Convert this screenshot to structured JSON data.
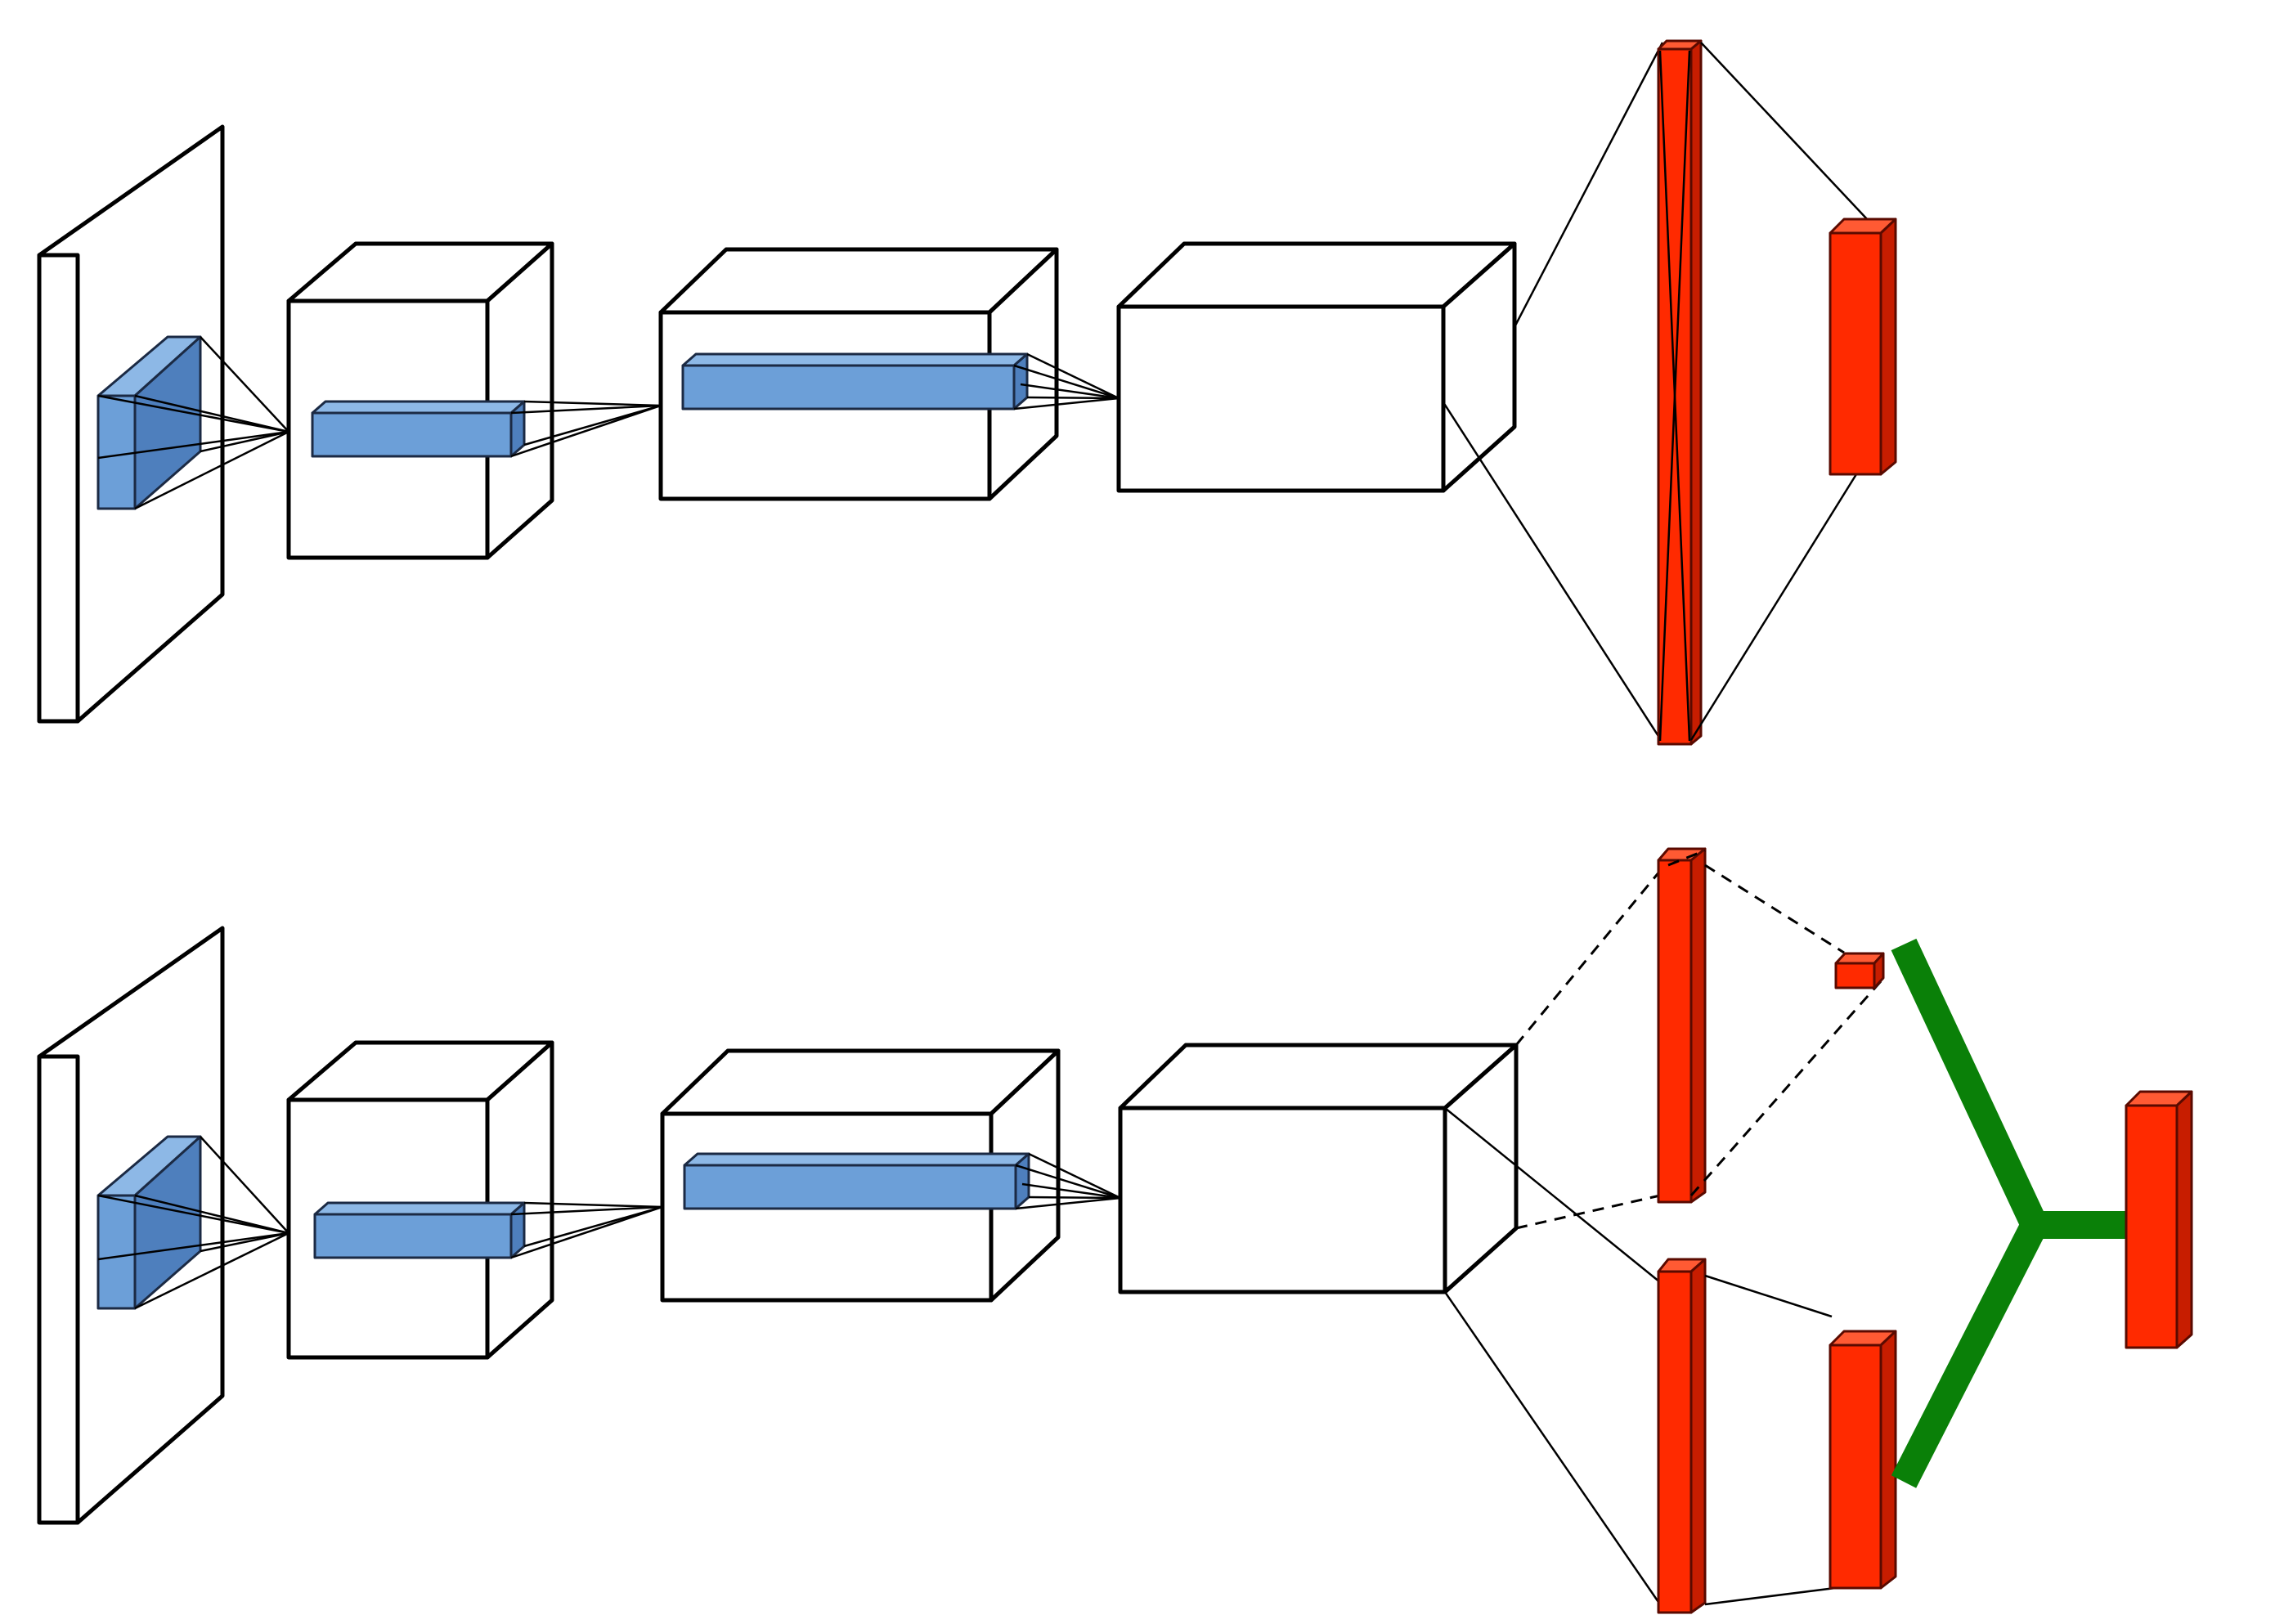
{
  "figure": {
    "background": "#ffffff",
    "colors": {
      "outline": "#000000",
      "feature_front": "#6c9fd8",
      "feature_side": "#4e7fbd",
      "feature_top": "#8db8e6",
      "dense_front": "#ff2a00",
      "dense_side": "#c71d00",
      "dense_top": "#ff5a33",
      "merge_connector": "#0a8008"
    },
    "networks": [
      {
        "name": "single-head-network",
        "stages": [
          "input-plane",
          "conv-volume-1",
          "conv-volume-2",
          "conv-volume-3",
          "dense-layer",
          "output-layer"
        ]
      },
      {
        "name": "two-branch-network",
        "stages": [
          "input-plane",
          "conv-volume-1",
          "conv-volume-2",
          "conv-volume-3",
          "upper-dense-branch",
          "lower-dense-branch",
          "merge-connector",
          "merged-output-layer"
        ]
      }
    ]
  }
}
